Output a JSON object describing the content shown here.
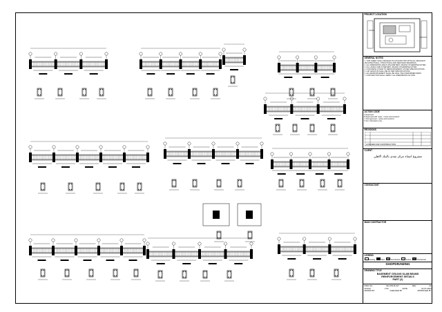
{
  "titleblock": {
    "project_location_label": "PROJECT LOCATION",
    "general_notes_label": "GENERAL NOTES",
    "general_notes": [
      "1. THIS SHEET SHALL BE READ IN CONJUNCTION WITH ALL RELEVANT ARCHITECTURAL, STRUCTURAL AND SERVICES DRAWINGS.",
      "2. ALL DIMENSIONS ARE IN MILLIMETERS UNLESS OTHERWISE NOTED.",
      "3. ALL LEVELS ARE IN METERS UNLESS OTHERWISE NOTED.",
      "4. CONCRETE COVER TO REINFORCEMENT AS PER SPECIFICATIONS.",
      "5. LAP LENGTHS SHALL BE AS PER SPECIFICATIONS.",
      "6. ALL REINFORCEMENT SHALL BE HIGH YIELD DEFORMED BARS.",
      "7. CONTRACTOR SHALL VERIFY ALL DIMENSIONS ON SITE."
    ],
    "action_code_label": "ACTION CODE",
    "action_codes": [
      "A  Approved",
      "B  Approved with notes - revise and resubmit",
      "C  Not approved - revise and resubmit",
      "D  For information only"
    ],
    "revisions_label": "REVISIONS",
    "revision_row": "A   ISSUED FOR CONSTRUCTION",
    "client_label": "CLIENT",
    "project_name_arabic": "مشروع انشاء مركز نقدي بالبنك الاهلي",
    "consultant_label": "CONSULTANT",
    "main_contractor_label": "MAIN CONTRACTOR",
    "legend_label": "LEGEND",
    "legend_items": [
      "Existing",
      "New",
      "Demolished",
      "Future",
      "Provisional"
    ],
    "drawing_type": "SHOPDRAWING",
    "drawing_title_label": "DRAWING TITLE",
    "drawing_title": [
      "BASEMENT CEILING SLAB BEAMS",
      "REINFORCEMENT DETAILS",
      "PART (2)"
    ],
    "dwg_no_label": "DWG NO.",
    "dwg_no": "SD-STR-B-107",
    "rev_label": "REV",
    "rev": "00",
    "scale_label": "SCALE",
    "scale": "1:50",
    "date_label": "DATE",
    "date": "01-07-2024",
    "drawn_label": "DRAWN BY",
    "checked_label": "CHECKED BY",
    "approved_label": "APPROVED BY"
  }
}
